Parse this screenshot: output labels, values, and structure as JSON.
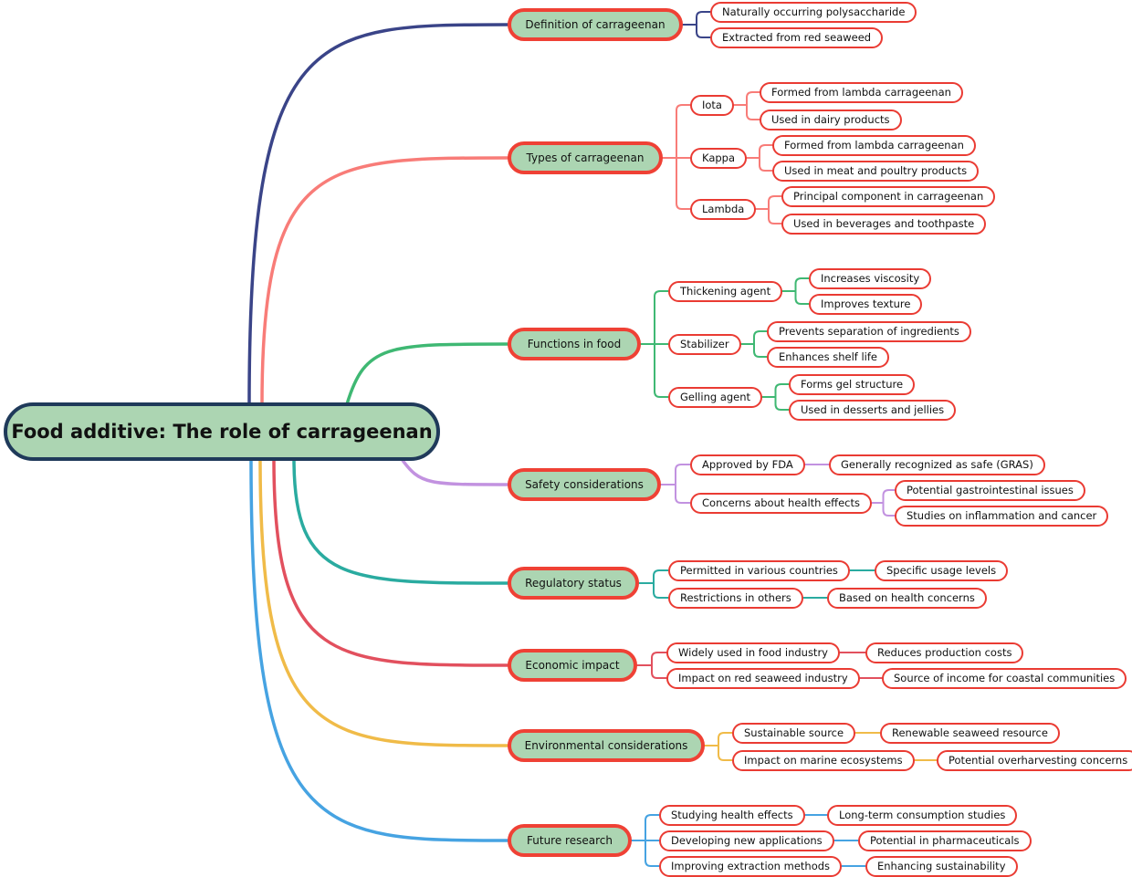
{
  "root": {
    "label": "Food additive: The role of carrageenan"
  },
  "branches": [
    {
      "label": "Definition of carrageenan",
      "color": "#3a4488",
      "children": [
        {
          "label": "Naturally occurring polysaccharide",
          "children": []
        },
        {
          "label": "Extracted from red seaweed",
          "children": []
        }
      ]
    },
    {
      "label": "Types of carrageenan",
      "color": "#f87c78",
      "children": [
        {
          "label": "Iota",
          "children": [
            {
              "label": "Formed from lambda carrageenan"
            },
            {
              "label": "Used in dairy products"
            }
          ]
        },
        {
          "label": "Kappa",
          "children": [
            {
              "label": "Formed from lambda carrageenan"
            },
            {
              "label": "Used in meat and poultry products"
            }
          ]
        },
        {
          "label": "Lambda",
          "children": [
            {
              "label": "Principal component in carrageenan"
            },
            {
              "label": "Used in beverages and toothpaste"
            }
          ]
        }
      ]
    },
    {
      "label": "Functions in food",
      "color": "#3fb873",
      "children": [
        {
          "label": "Thickening agent",
          "children": [
            {
              "label": "Increases viscosity"
            },
            {
              "label": "Improves texture"
            }
          ]
        },
        {
          "label": "Stabilizer",
          "children": [
            {
              "label": "Prevents separation of ingredients"
            },
            {
              "label": "Enhances shelf life"
            }
          ]
        },
        {
          "label": "Gelling agent",
          "children": [
            {
              "label": "Forms gel structure"
            },
            {
              "label": "Used in desserts and jellies"
            }
          ]
        }
      ]
    },
    {
      "label": "Safety considerations",
      "color": "#c292e0",
      "children": [
        {
          "label": "Approved by FDA",
          "children": [
            {
              "label": "Generally recognized as safe (GRAS)"
            }
          ]
        },
        {
          "label": "Concerns about health effects",
          "children": [
            {
              "label": "Potential gastrointestinal issues"
            },
            {
              "label": "Studies on inflammation and cancer"
            }
          ]
        }
      ]
    },
    {
      "label": "Regulatory status",
      "color": "#2aaba0",
      "children": [
        {
          "label": "Permitted in various countries",
          "children": [
            {
              "label": "Specific usage levels"
            }
          ]
        },
        {
          "label": "Restrictions in others",
          "children": [
            {
              "label": "Based on health concerns"
            }
          ]
        }
      ]
    },
    {
      "label": "Economic impact",
      "color": "#e2505e",
      "children": [
        {
          "label": "Widely used in food industry",
          "children": [
            {
              "label": "Reduces production costs"
            }
          ]
        },
        {
          "label": "Impact on red seaweed industry",
          "children": [
            {
              "label": "Source of income for coastal communities"
            }
          ]
        }
      ]
    },
    {
      "label": "Environmental considerations",
      "color": "#f0bb48",
      "children": [
        {
          "label": "Sustainable source",
          "children": [
            {
              "label": "Renewable seaweed resource"
            }
          ]
        },
        {
          "label": "Impact on marine ecosystems",
          "children": [
            {
              "label": "Potential overharvesting concerns"
            }
          ]
        }
      ]
    },
    {
      "label": "Future research",
      "color": "#46a3e2",
      "children": [
        {
          "label": "Studying health effects",
          "children": [
            {
              "label": "Long-term consumption studies"
            }
          ]
        },
        {
          "label": "Developing new applications",
          "children": [
            {
              "label": "Potential in pharmaceuticals"
            }
          ]
        },
        {
          "label": "Improving extraction methods",
          "children": [
            {
              "label": "Enhancing sustainability"
            }
          ]
        }
      ]
    }
  ]
}
